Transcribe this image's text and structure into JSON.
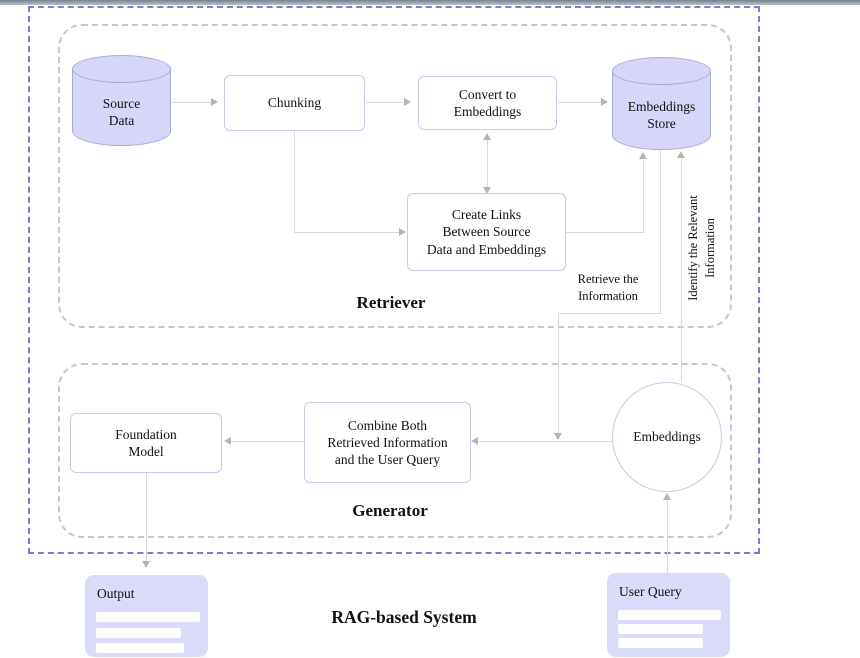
{
  "title": "RAG-based System",
  "sections": {
    "retriever": "Retriever",
    "generator": "Generator"
  },
  "nodes": {
    "source_data": "Source\nData",
    "chunking": "Chunking",
    "convert": "Convert to\nEmbeddings",
    "embeddings_store": "Embeddings\nStore",
    "create_links": "Create Links\nBetween Source\nData and Embeddings",
    "foundation_model": "Foundation\nModel",
    "combine": "Combine Both\nRetrieved Information\nand the User Query",
    "embeddings": "Embeddings",
    "output": "Output",
    "user_query": "User Query"
  },
  "edge_labels": {
    "retrieve": "Retrieve the\nInformation",
    "identify": "Identify the Relevant\nInformation"
  },
  "colors": {
    "node_fill": "#d6d6f8",
    "node_border": "#a9a9d9",
    "box_border": "#c9c9ea",
    "card_fill": "#dadaf9",
    "line": "#d8d8d8",
    "arrowhead": "#b5b5b5",
    "outer_dash": "#7a7ad0",
    "container_dash": "#c6c6da"
  }
}
